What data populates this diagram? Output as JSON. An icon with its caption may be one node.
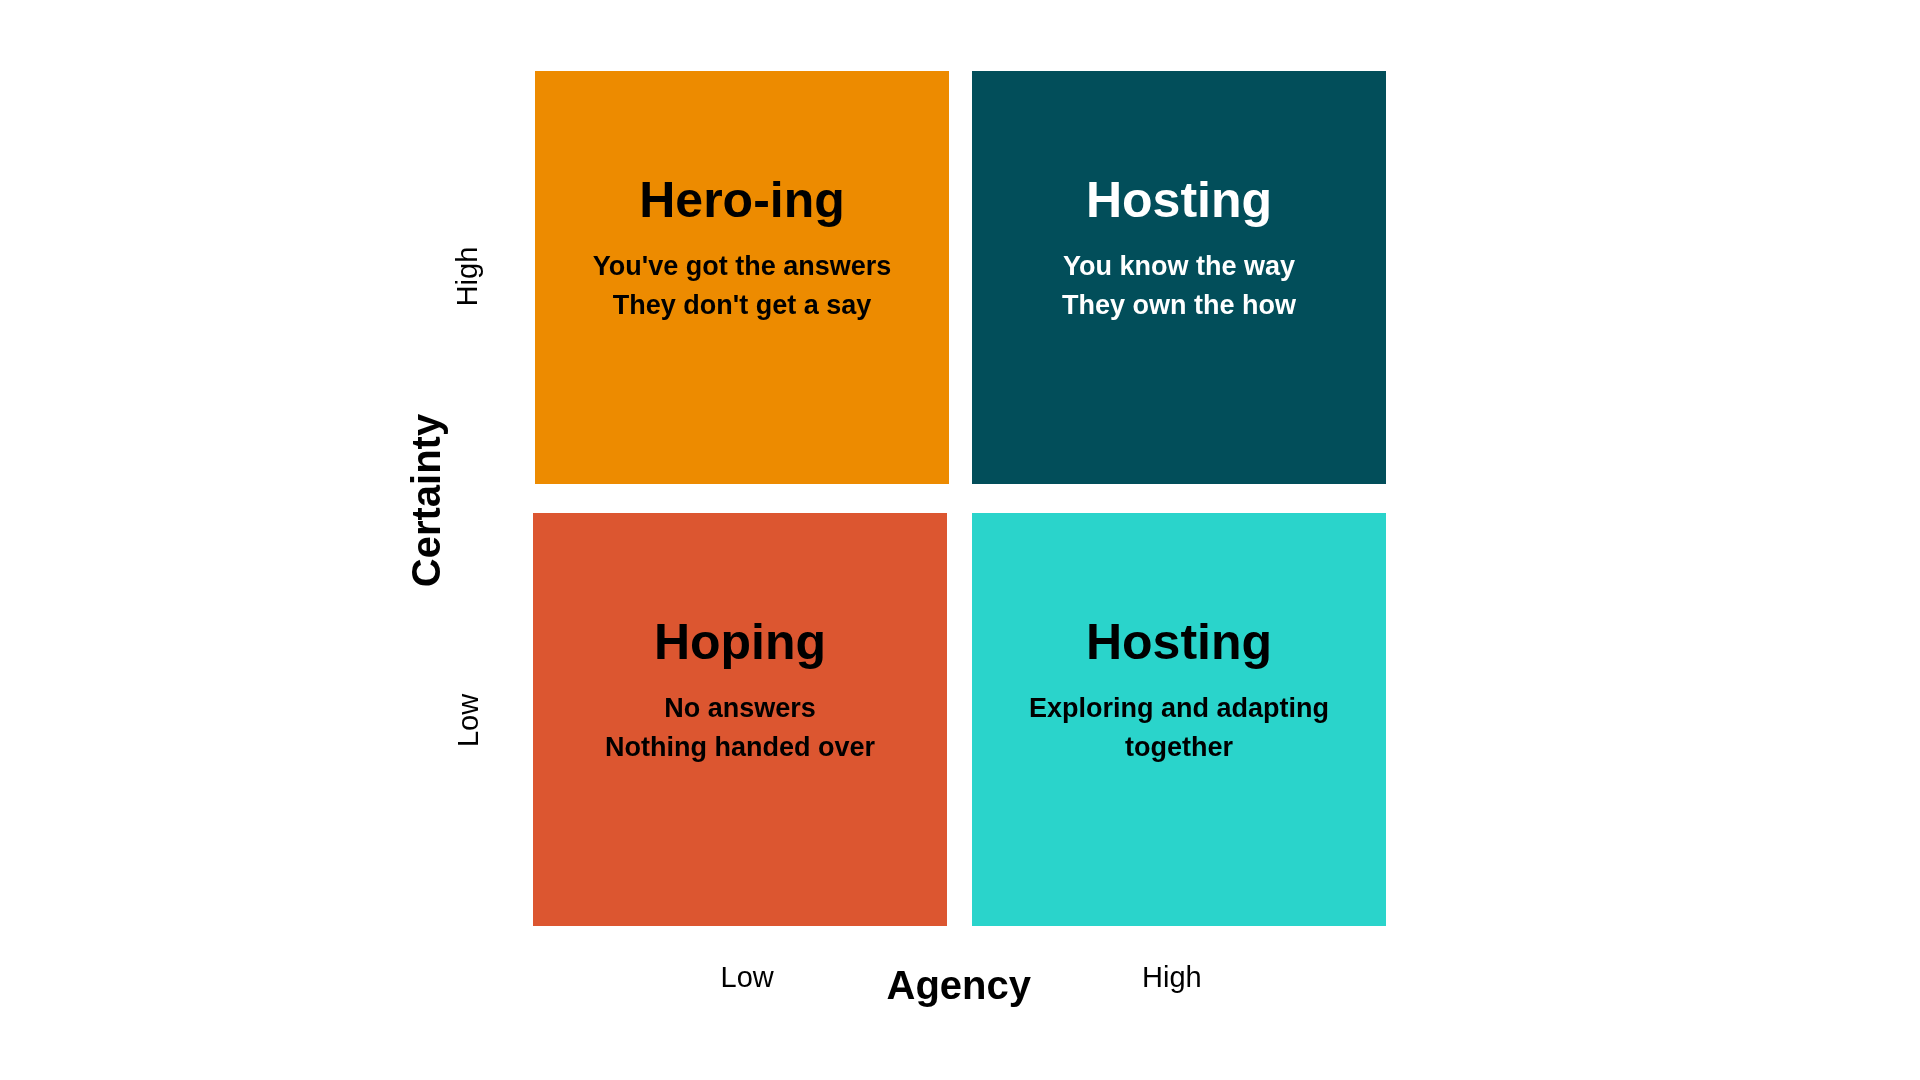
{
  "diagram": {
    "nodes": [
      {
        "text": [
          "Hero-ing",
          "You've got the answers",
          "They don't get a say"
        ]
      },
      {
        "text": [
          "Hosting",
          "You know the way",
          "They own the how"
        ]
      },
      {
        "text": [
          "Hoping",
          "No answers",
          "Nothing handed over"
        ]
      },
      {
        "text": [
          "Hosting",
          "Exploring and adapting together"
        ]
      }
    ],
    "edges": [],
    "labels": [
      "High",
      "Certainty",
      "Low",
      "Low",
      "Agency",
      "High"
    ]
  }
}
